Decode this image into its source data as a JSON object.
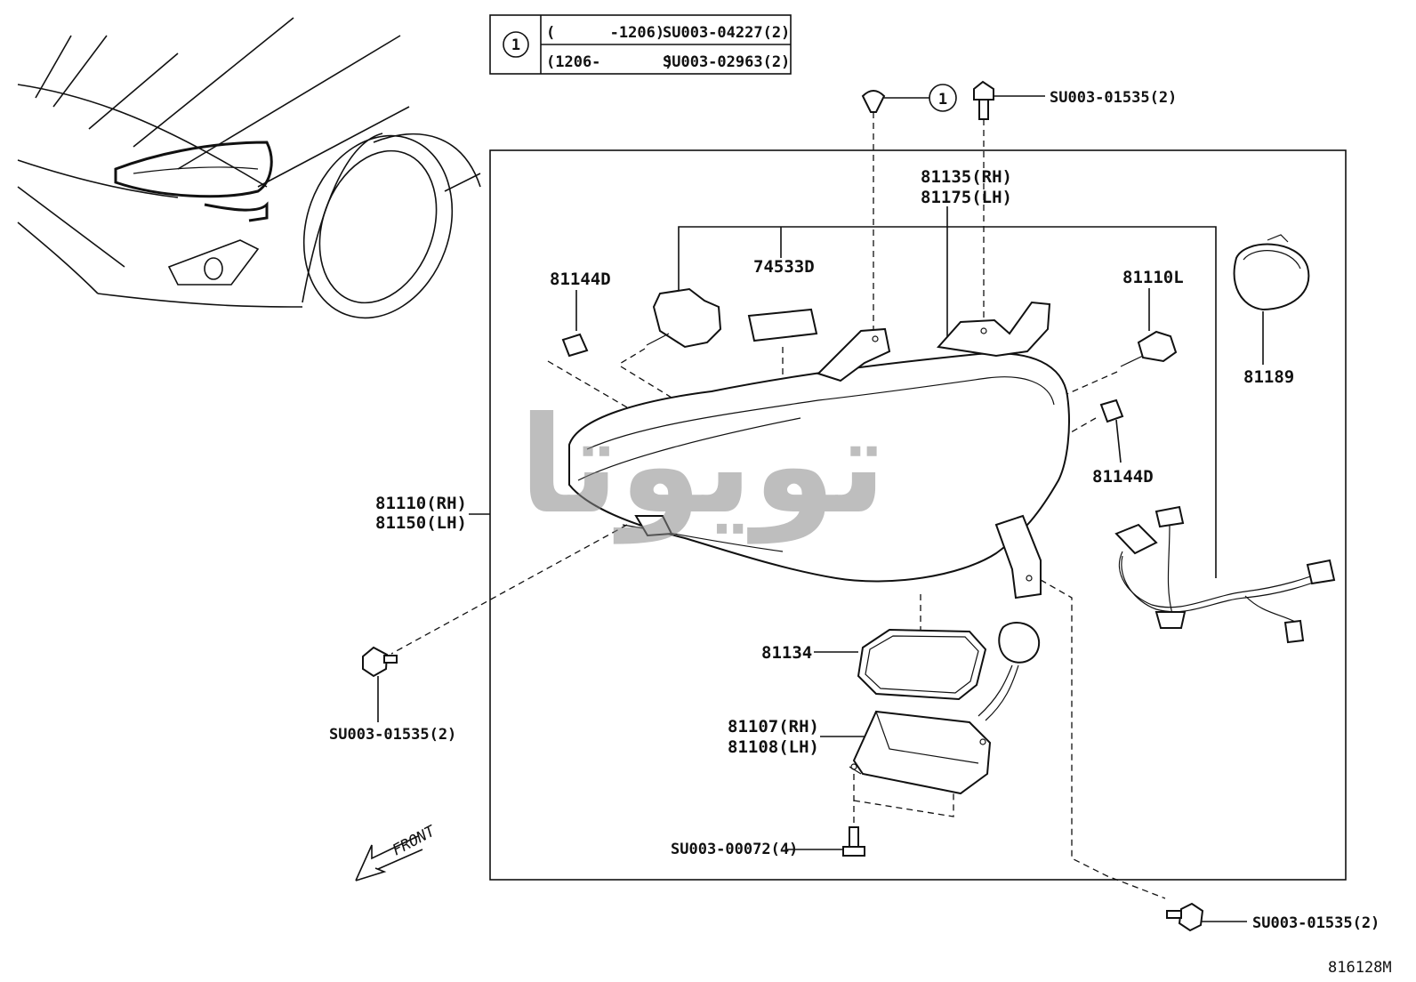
{
  "legend": {
    "marker": "1",
    "rows": [
      {
        "range": "(      -1206)",
        "part": "SU003-04227(2)"
      },
      {
        "range": "(1206-       )",
        "part": "SU003-02963(2)"
      }
    ]
  },
  "callouts": {
    "clip_marker": "1",
    "bolt_top": "SU003-01535(2)",
    "bracket_rh": "81135(RH)",
    "bracket_lh": "81175(LH)",
    "label_74533d": "74533D",
    "cap_left": "81144D",
    "bulb_right": "81110L",
    "cover_81189": "81189",
    "cap_right": "81144D",
    "headlamp_rh": "81110(RH)",
    "headlamp_lh": "81150(LH)",
    "gasket": "81134",
    "ballast_rh": "81107(RH)",
    "ballast_lh": "81108(LH)",
    "bolt_left": "SU003-01535(2)",
    "screw_bottom": "SU003-00072(4)",
    "bolt_bottom_right": "SU003-01535(2)",
    "front": "FRONT",
    "diagram_id": "816128M"
  },
  "watermark": "تويوتا"
}
